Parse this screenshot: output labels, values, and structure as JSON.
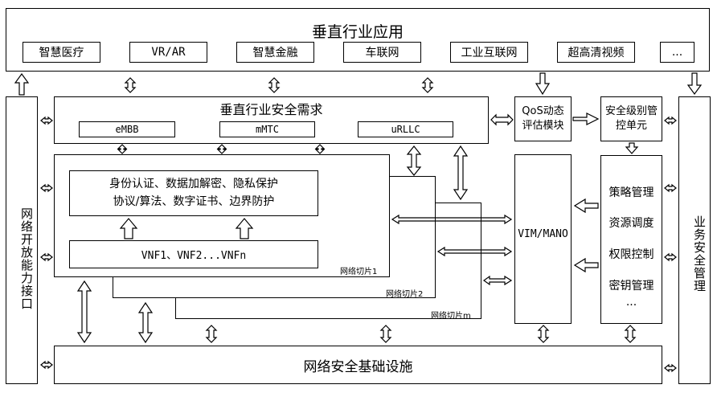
{
  "title": "垂直行业应用",
  "applications": [
    "智慧医疗",
    "VR/AR",
    "智慧金融",
    "车联网",
    "工业互联网",
    "超高清视频",
    "..."
  ],
  "security_requirements": {
    "title": "垂直行业安全需求",
    "scenarios": [
      "eMBB",
      "mMTC",
      "uRLLC"
    ]
  },
  "qos_module": "QoS动态评估模块",
  "security_level_unit": "安全级别管控单元",
  "network_open_interface": "网络开放能力接口",
  "business_security_management": "业务安全管理",
  "security_functions": {
    "line1": "身份认证、数据加解密、隐私保护",
    "line2": "协议/算法、数字证书、边界防护"
  },
  "vnf": "VNF1、VNF2...VNFn",
  "slices": [
    "网络切片1",
    "网络切片2",
    "网络切片m"
  ],
  "vim_mano": "VIM/MANO",
  "management_items": [
    "策略管理",
    "资源调度",
    "权限控制",
    "密钥管理",
    "..."
  ],
  "infrastructure": "网络安全基础设施"
}
